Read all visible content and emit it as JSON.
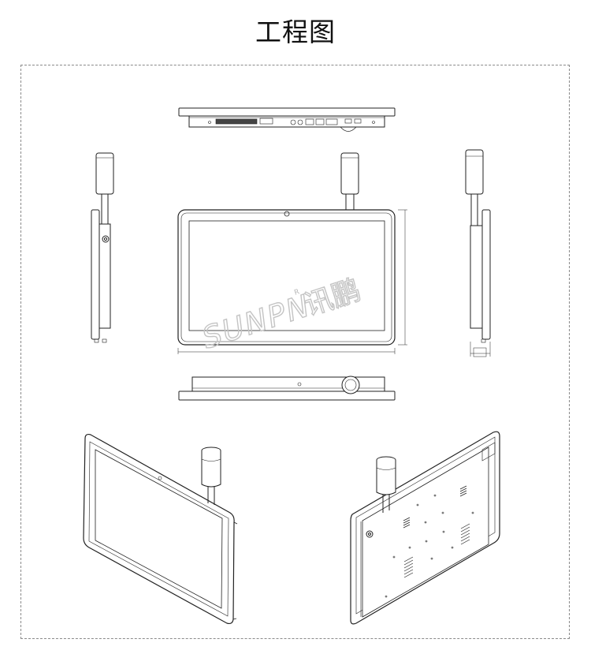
{
  "page": {
    "title": "工程图"
  },
  "watermark": {
    "brand_latin": "SUNPN",
    "registered_mark": "R",
    "brand_cjk": "讯鹏"
  },
  "dimensions": {
    "width_label": "",
    "height_label": "",
    "depth_label": ""
  }
}
